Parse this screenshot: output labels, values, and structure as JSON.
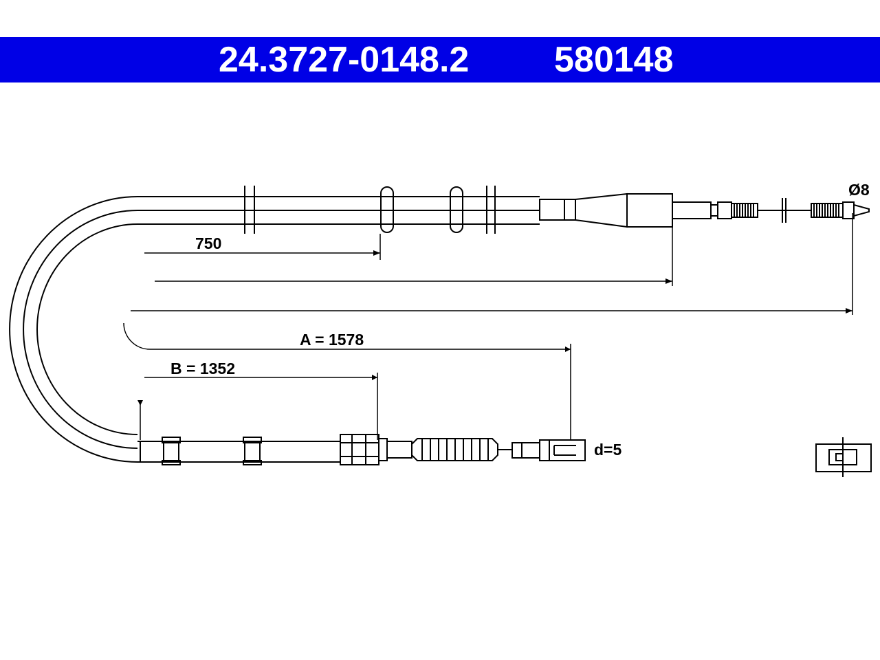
{
  "header": {
    "part_number_primary": "24.3727-0148.2",
    "part_number_secondary": "580148"
  },
  "dimensions": {
    "length_750": "750",
    "length_a": "A = 1578",
    "length_b": "B = 1352",
    "diameter": "Ø8",
    "end_d": "d=5"
  },
  "colors": {
    "header_background": "#0000e6",
    "header_text": "#ffffff",
    "line": "#000000"
  }
}
